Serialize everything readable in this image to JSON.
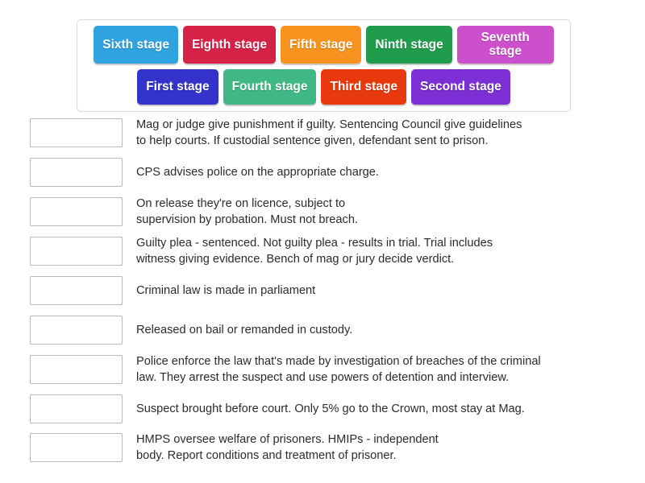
{
  "tray": {
    "rows": [
      [
        {
          "label": "Sixth stage",
          "color": "#2ea3e0",
          "wrap": false
        },
        {
          "label": "Eighth stage",
          "color": "#d62246",
          "wrap": false
        },
        {
          "label": "Fifth stage",
          "color": "#f7931e",
          "wrap": false
        },
        {
          "label": "Ninth stage",
          "color": "#1f9d4d",
          "wrap": false
        },
        {
          "label": "Seventh stage",
          "color": "#cc4fcc",
          "wrap": true
        }
      ],
      [
        {
          "label": "First stage",
          "color": "#3333cc",
          "wrap": false
        },
        {
          "label": "Fourth stage",
          "color": "#3fb886",
          "wrap": false
        },
        {
          "label": "Third stage",
          "color": "#e8380d",
          "wrap": false
        },
        {
          "label": "Second stage",
          "color": "#7b2fd4",
          "wrap": false
        }
      ]
    ]
  },
  "answers": [
    {
      "text": "Mag or judge give punishment if guilty. Sentencing Council give guidelines\nto help courts. If custodial sentence given, defendant sent to prison."
    },
    {
      "text": "CPS advises police on the appropriate charge."
    },
    {
      "text": "On release they're on licence, subject to\nsupervision by probation. Must not breach."
    },
    {
      "text": "Guilty plea - sentenced. Not guilty plea - results in trial. Trial includes\nwitness giving evidence. Bench of mag or jury decide verdict."
    },
    {
      "text": "Criminal law is made in parliament"
    },
    {
      "text": "Released on bail or remanded in custody."
    },
    {
      "text": "Police enforce the law that's made by investigation of breaches of the criminal\nlaw. They arrest the suspect and use powers of detention and interview."
    },
    {
      "text": "Suspect brought before court. Only 5% go to the Crown, most stay at Mag."
    },
    {
      "text": "HMPS oversee welfare of prisoners. HMIPs - independent\nbody. Report conditions and treatment of prisoner."
    }
  ]
}
